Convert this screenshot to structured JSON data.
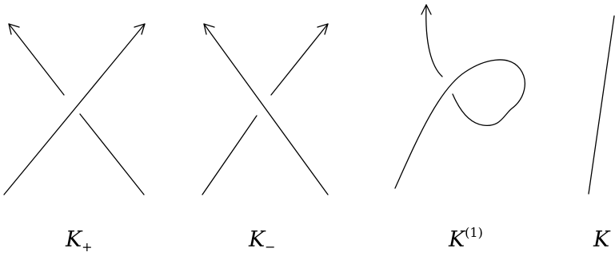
{
  "panels": [
    {
      "id": "k-plus",
      "base": "K",
      "script": "+",
      "script_type": "sub"
    },
    {
      "id": "k-minus",
      "base": "K",
      "script": "−",
      "script_type": "sub"
    },
    {
      "id": "k-one",
      "base": "K",
      "script": "(1)",
      "script_type": "sup"
    },
    {
      "id": "k-zero",
      "base": "K",
      "script": "",
      "script_type": "none"
    }
  ],
  "colors": {
    "stroke": "#000000",
    "background": "#ffffff"
  }
}
